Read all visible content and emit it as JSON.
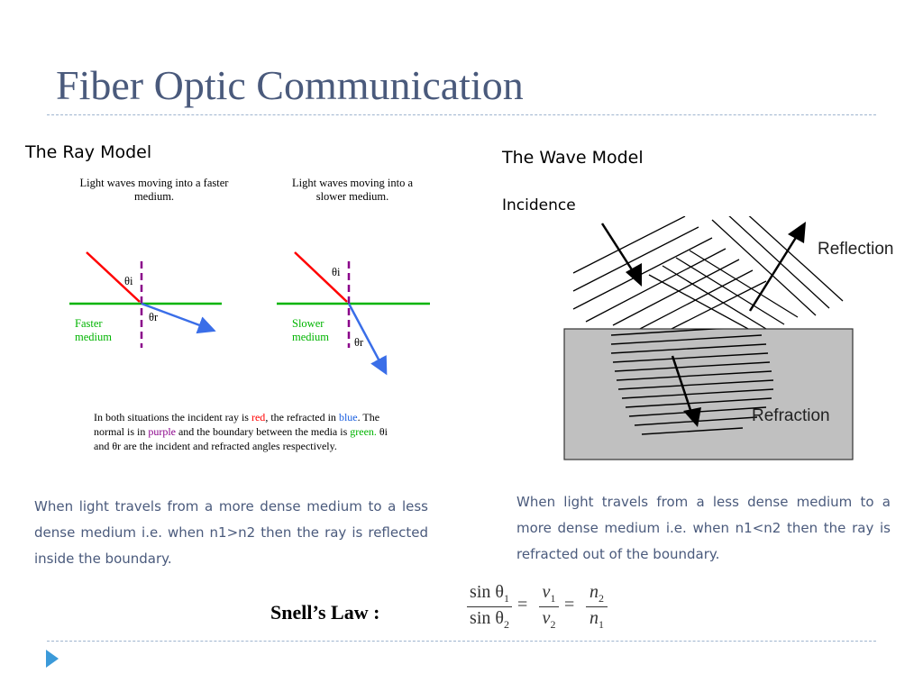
{
  "slide_title": "Fiber Optic Communication",
  "ray_model": {
    "heading": "The Ray Model",
    "left_caption": "Light waves moving into a faster medium.",
    "right_caption": "Light waves moving into a slower medium.",
    "theta_i": "θi",
    "theta_r": "θr",
    "left_medium": [
      "Faster",
      "medium"
    ],
    "right_medium": [
      "Slower",
      "medium"
    ],
    "note": {
      "p1": "In both situations the incident ray is ",
      "red": "red",
      "p2": ", the refracted in ",
      "blue": "blue",
      "p3": ". The normal is in ",
      "purple": "purple",
      "p4": " and the boundary between the media is ",
      "green": "green.",
      "p5": "  θi and θr are the incident and refracted angles respectively."
    }
  },
  "wave_model": {
    "heading": "The Wave Model",
    "subheading": "Incidence",
    "reflection_label": "Reflection",
    "refraction_label": "Refraction"
  },
  "left_paragraph": "When light travels from a more dense medium to a less dense medium i.e. when n1>n2 then the ray is reflected inside the boundary.",
  "right_paragraph": "When light travels from a less dense medium to a more dense medium i.e. when n1<n2 then the ray is refracted out of the boundary.",
  "snell": {
    "label": "Snell’s Law :",
    "sin1": "sin θ",
    "sub1": "1",
    "sin2": "sin θ",
    "sub2": "2",
    "v": "v",
    "n": "n",
    "one": "1",
    "two": "2",
    "eq": "="
  },
  "colors": {
    "title": "#4a5a7c",
    "incident_ray": "#ff0000",
    "refracted_ray": "#3a6ee8",
    "normal": "#8a008a",
    "boundary": "#00b400",
    "nav_triangle": "#3b9ad9"
  }
}
